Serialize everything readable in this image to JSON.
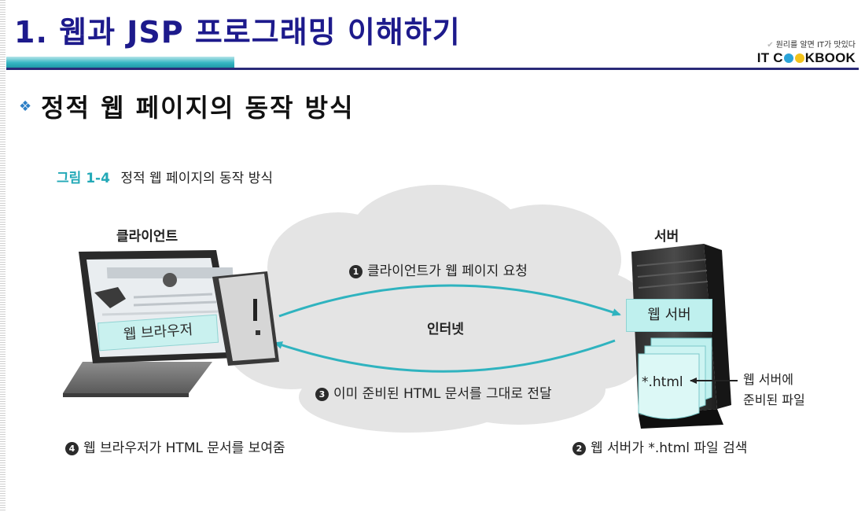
{
  "header": {
    "title": "1. 웹과 JSP 프로그래밍 이해하기",
    "brand_tagline": "원리를 알면 IT가 맛있다",
    "brand_logo_prefix": "IT C",
    "brand_logo_suffix": "KBOOK"
  },
  "section": {
    "bullet_icon": "diamond-bullet-icon",
    "heading": "정적 웹 페이지의 동작 방식"
  },
  "figure": {
    "caption_number": "그림 1-4",
    "caption_text": "정적 웹 페이지의 동작 방식",
    "client_label": "클라이언트",
    "server_label": "서버",
    "browser_label": "웹 브라우저",
    "internet_label": "인터넷",
    "web_server_label": "웹 서버",
    "file_label": "*.html",
    "file_note_line1": "웹 서버에",
    "file_note_line2": "준비된 파일",
    "steps": [
      {
        "num": "1",
        "text": "클라이언트가 웹 페이지 요청"
      },
      {
        "num": "2",
        "text": "웹 서버가 *.html 파일 검색"
      },
      {
        "num": "3",
        "text": "이미 준비된 HTML 문서를 그대로 전달"
      },
      {
        "num": "4",
        "text": "웹 브라우저가 HTML 문서를 보여줌"
      }
    ]
  },
  "colors": {
    "title": "#1d1a8c",
    "teal_accent": "#37b7c3",
    "cloud": "#e4e4e4",
    "arrow": "#2fb3bf",
    "highlight_box": "#bff0ee"
  }
}
